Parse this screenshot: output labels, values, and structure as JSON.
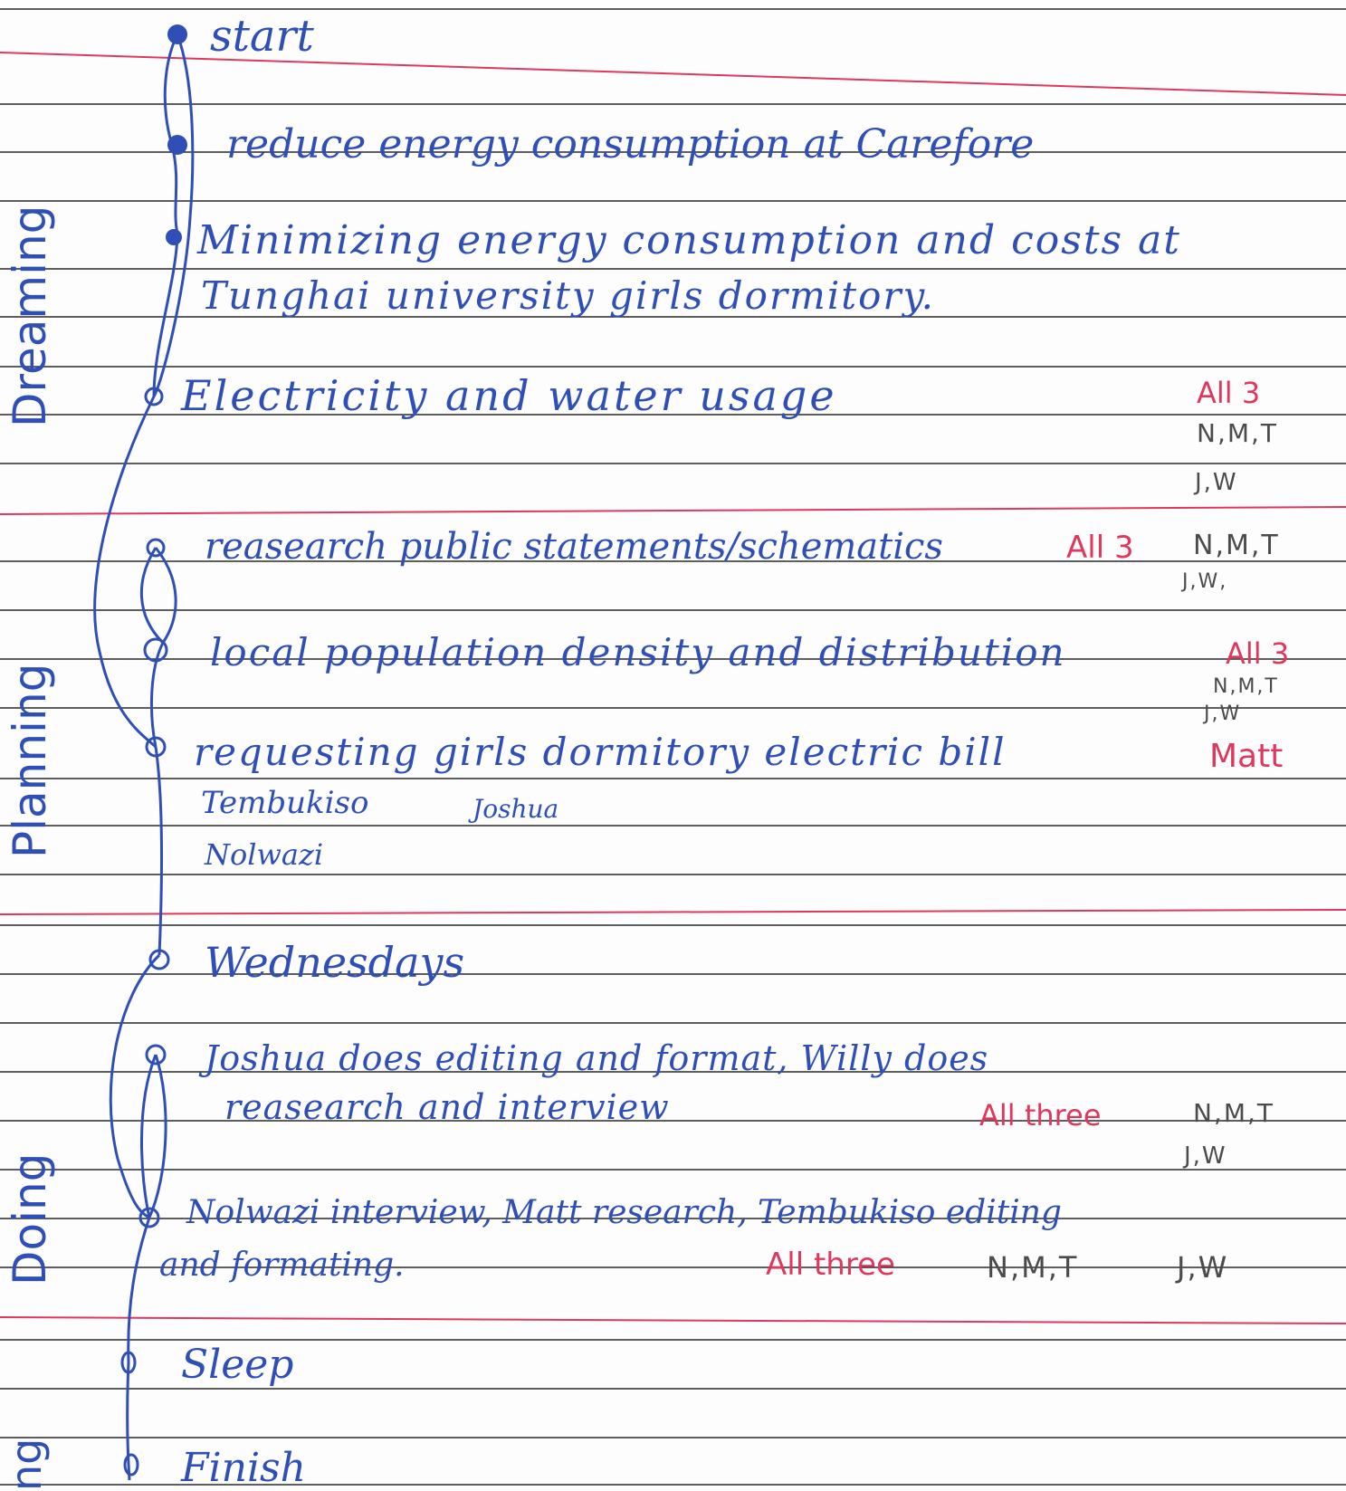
{
  "phases": {
    "dreaming": "Dreaming",
    "planning": "Planning",
    "doing": "Doing",
    "last": "ng"
  },
  "steps": {
    "start": "start",
    "goal": "reduce energy consumption at Carefore",
    "topic_line1": "Minimizing energy consumption and costs at",
    "topic_line2": "Tunghai university girls dormitory.",
    "usage": "Electricity and water usage",
    "research": "reasearch public statements/schematics",
    "population": "local population density and distribution",
    "bill": "requesting girls dormitory electric bill",
    "bill_names_1": "Tembukiso",
    "bill_names_2": "Joshua",
    "bill_names_3": "Nolwazi",
    "wednesdays": "Wednesdays",
    "roles_line1": "Joshua does editing and format, Willy does",
    "roles_line2": "reasearch and interview",
    "tasks_line1": "Nolwazi interview, Matt research, Tembukiso editing",
    "tasks_line2": "and formating.",
    "sleep": "Sleep",
    "finish": "Finish"
  },
  "notes": {
    "all3_a": "All 3",
    "nmt_a": "N,M,T",
    "jw_a": "J,W",
    "all3_b": "All 3",
    "nmt_b": "N,M,T",
    "jw_b": "J,W,",
    "all3_c": "All 3",
    "nmt_c": "N,M,T",
    "jw_c": "J,W",
    "matt": "Matt",
    "allthree_a": "All three",
    "nmt_d": "N,M,T",
    "jw_d": "J,W",
    "allthree_b": "All three",
    "nmt_e": "N,M,T",
    "jw_e": "J,W"
  },
  "colors": {
    "ink_blue": "#2f4fb7",
    "ink_red": "#e0385c",
    "rule_line": "#2a2a2a",
    "margin_red": "#e0385c",
    "pencil": "#4b4b4b"
  }
}
